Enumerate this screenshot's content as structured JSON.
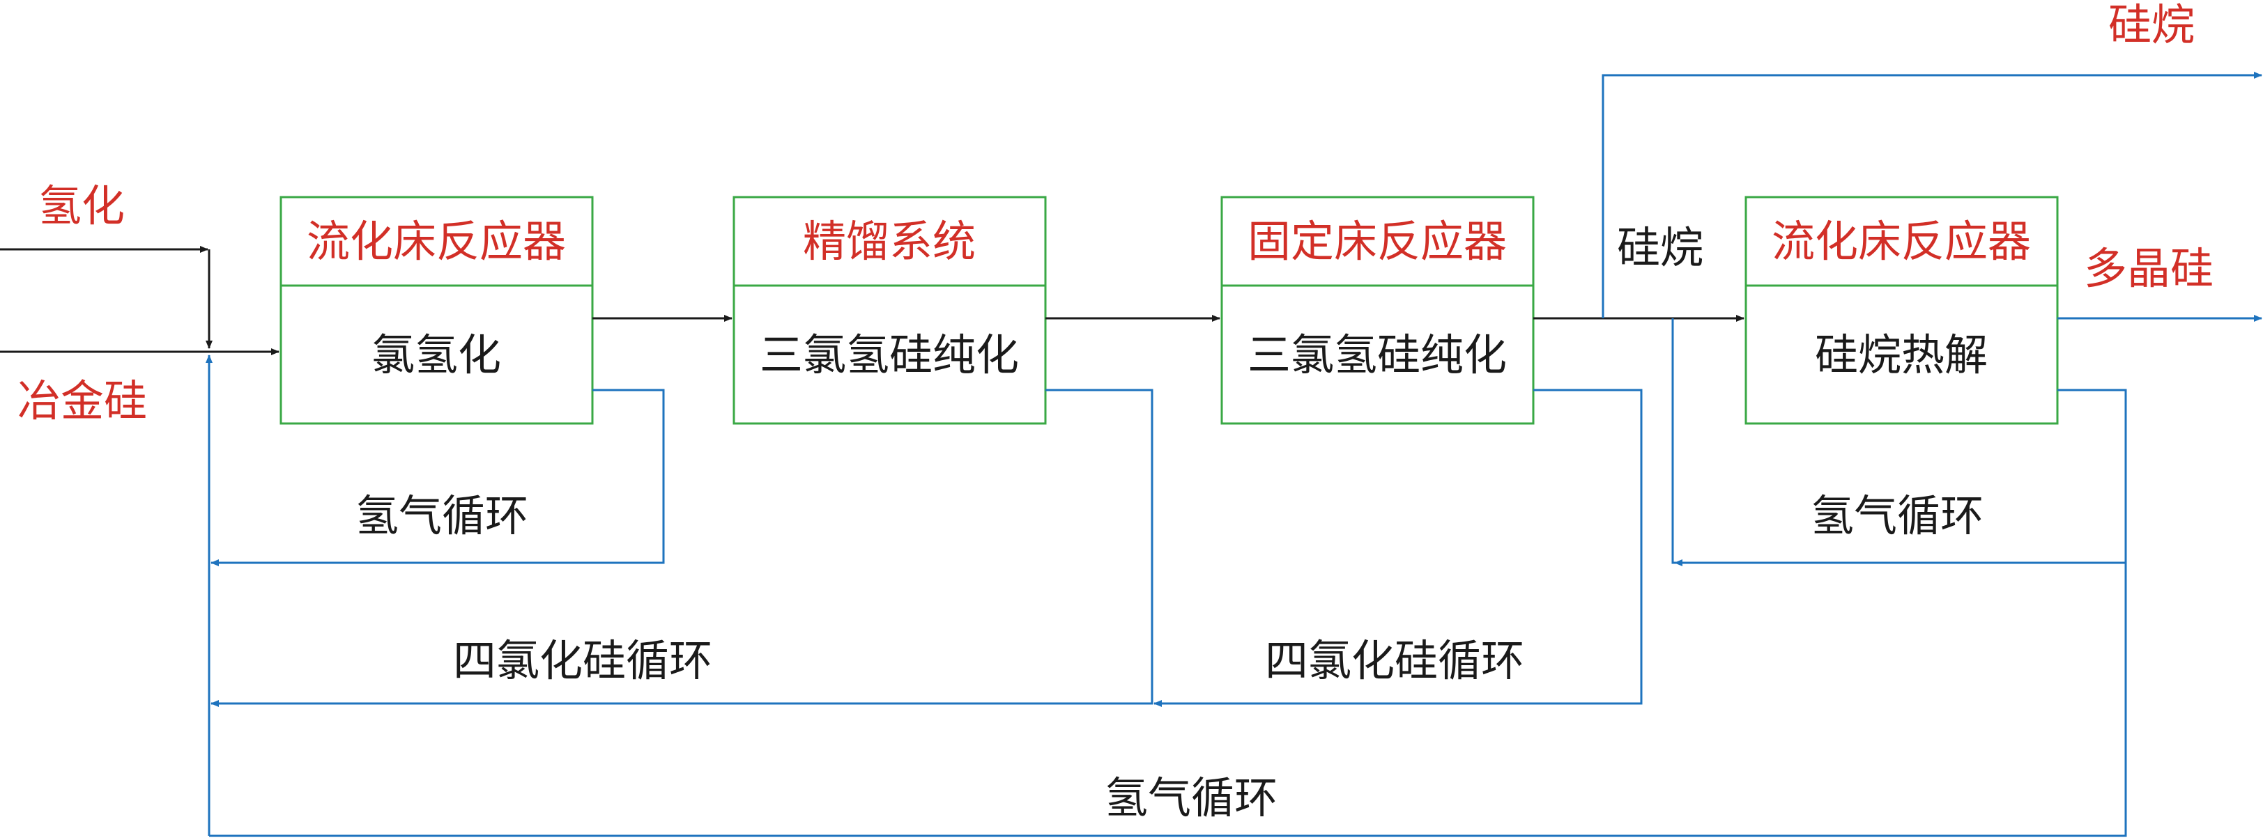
{
  "colors": {
    "box_border": "#3aa845",
    "red_text": "#d22f27",
    "black_line": "#1a1a1a",
    "blue_line": "#1e73be"
  },
  "inputs": {
    "hydrogenation": "氢化",
    "metallurgical_silicon": "冶金硅"
  },
  "boxes": [
    {
      "title": "流化床反应器",
      "body": "氯氢化"
    },
    {
      "title": "精馏系统",
      "body": "三氯氢硅纯化"
    },
    {
      "title": "固定床反应器",
      "body": "三氯氢硅纯化"
    },
    {
      "title": "流化床反应器",
      "body": "硅烷热解"
    }
  ],
  "flow_labels": {
    "silane_mid": "硅烷",
    "silane_out": "硅烷",
    "polysilicon_out": "多晶硅"
  },
  "recycle_labels": {
    "h2_loop_1": "氢气循环",
    "h2_loop_2": "氢气循环",
    "h2_loop_3": "氢气循环",
    "sicl4_loop_1": "四氯化硅循环",
    "sicl4_loop_2": "四氯化硅循环"
  }
}
